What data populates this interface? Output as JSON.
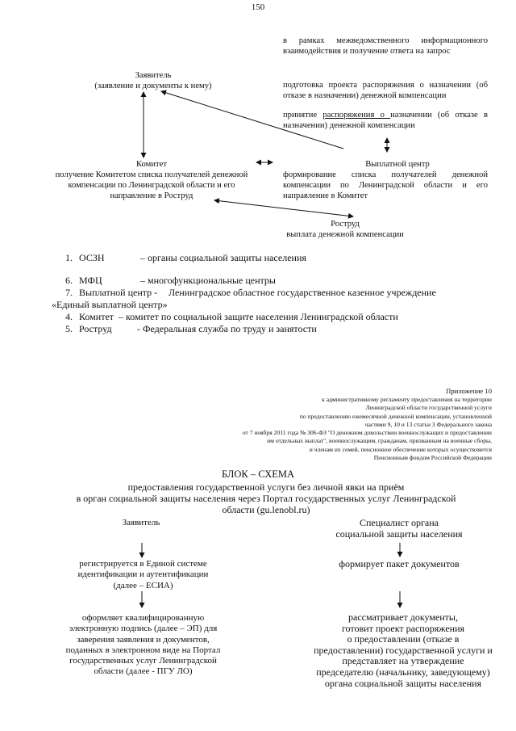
{
  "page_number": "150",
  "top_scheme": {
    "right_steps": [
      "в рамках межведомственного информационного взаимодействия и получение ответа на запрос",
      "подготовка проекта распоряжения о назначении (об отказе в назначении) денежной компенсации"
    ],
    "step3": {
      "prefix": "принятие ",
      "underlined": "распоряжения о ",
      "suffix": " назначении (об отказе в назначении) денежной компенсации"
    },
    "applicant": {
      "title": "Заявитель",
      "subtitle": "(заявление и документы к нему)"
    },
    "committee": {
      "title": "Комитет",
      "text": "получение Комитетом списка получателей денежной компенсации по Ленинградской области и его направление в Роструд"
    },
    "payment_center": {
      "title": "Выплатной центр",
      "text": "формирование списка получателей денежной компенсации по Ленинградской области и его направление в Комитет"
    },
    "rostrud": {
      "title": "Роструд",
      "text": "выплата денежной компенсации"
    }
  },
  "legend": [
    {
      "num": "1.",
      "abbr": "ОСЗН",
      "desc": "– органы социальной защиты населения"
    },
    {
      "num": "6.",
      "abbr": "МФЦ",
      "desc": "– многофункциональные центры"
    },
    {
      "num": "7.",
      "abbr": "Выплатной центр -",
      "desc": "Ленинградское областное государственное казенное учреждение"
    },
    {
      "cont": "«Единый выплатной центр»"
    },
    {
      "num": "4.",
      "abbr": "Комитет",
      "desc": "– комитет по социальной защите населения Ленинградской области"
    },
    {
      "num": "5.",
      "abbr": "Роструд",
      "desc": "- Федеральная служба по труду и занятости"
    }
  ],
  "appendix": {
    "title": "Приложение  10",
    "lines": [
      "к  административному регламенту предоставления на территории",
      "Ленинградской области  государственной услуги",
      "по  предоставлению  ежемесячной денежной компенсации, установленной",
      "частями 9, 10 и 13 статьи 3 Федерального закона",
      "от 7 ноября 2011 года № 306-ФЗ \"О денежном довольствии военнослужащих и предоставлении",
      "им отдельных выплат\", военнослужащим, гражданам, призванным на военные сборы,",
      "и членам их семей, пенсионное обеспечение которых осуществляется",
      "Пенсионным фондом Российской Федерации"
    ]
  },
  "block_scheme": {
    "heading": "БЛОК – СХЕМА",
    "subheading": [
      "предоставления государственной услуги  без личной явки на приём",
      "в орган социальной защиты населения через Портал государственных услуг Ленинградской",
      "области (gu.lenobl.ru)"
    ],
    "left_title": "Заявитель",
    "right_title": [
      "Специалист органа",
      "социальной защиты населения"
    ],
    "left_step1": [
      "регистрируется в Единой системе",
      "идентификации и аутентификации",
      "(далее – ЕСИА)"
    ],
    "left_step2": [
      "оформляет  квалифицированную",
      "электронную подпись (далее – ЭП) для",
      "заверения заявления и документов,",
      "поданных в электронном виде на Портал",
      "государственных услуг Ленинградской",
      "области (далее - ПГУ ЛО)"
    ],
    "right_step1": "формирует пакет документов",
    "right_step2": [
      "рассматривает документы,",
      "готовит проект распоряжения",
      "о предоставлении (отказе в",
      "предоставлении) государственной услуги и",
      "представляет на утверждение",
      "председателю (начальнику, заведующему)",
      "органа социальной защиты населения"
    ]
  }
}
